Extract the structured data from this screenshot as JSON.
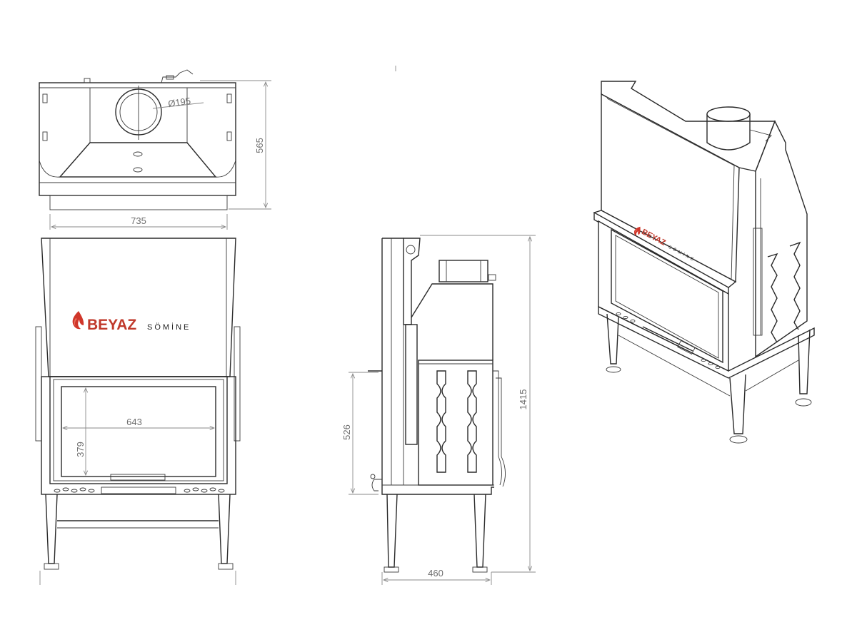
{
  "brand": {
    "name": "BEYAZ",
    "sub": "SÖMİNE",
    "colors": {
      "name": "#c0392b",
      "sub": "#222222",
      "flame": "#d0362a"
    }
  },
  "dimensions": {
    "top_width": "735",
    "top_depth": "565",
    "flue_diameter": "Ø195",
    "glass_width": "643",
    "glass_height": "379",
    "side_depth": "460",
    "total_height": "1415",
    "base_height": "526"
  },
  "icons": [
    "flame-logo-icon"
  ]
}
